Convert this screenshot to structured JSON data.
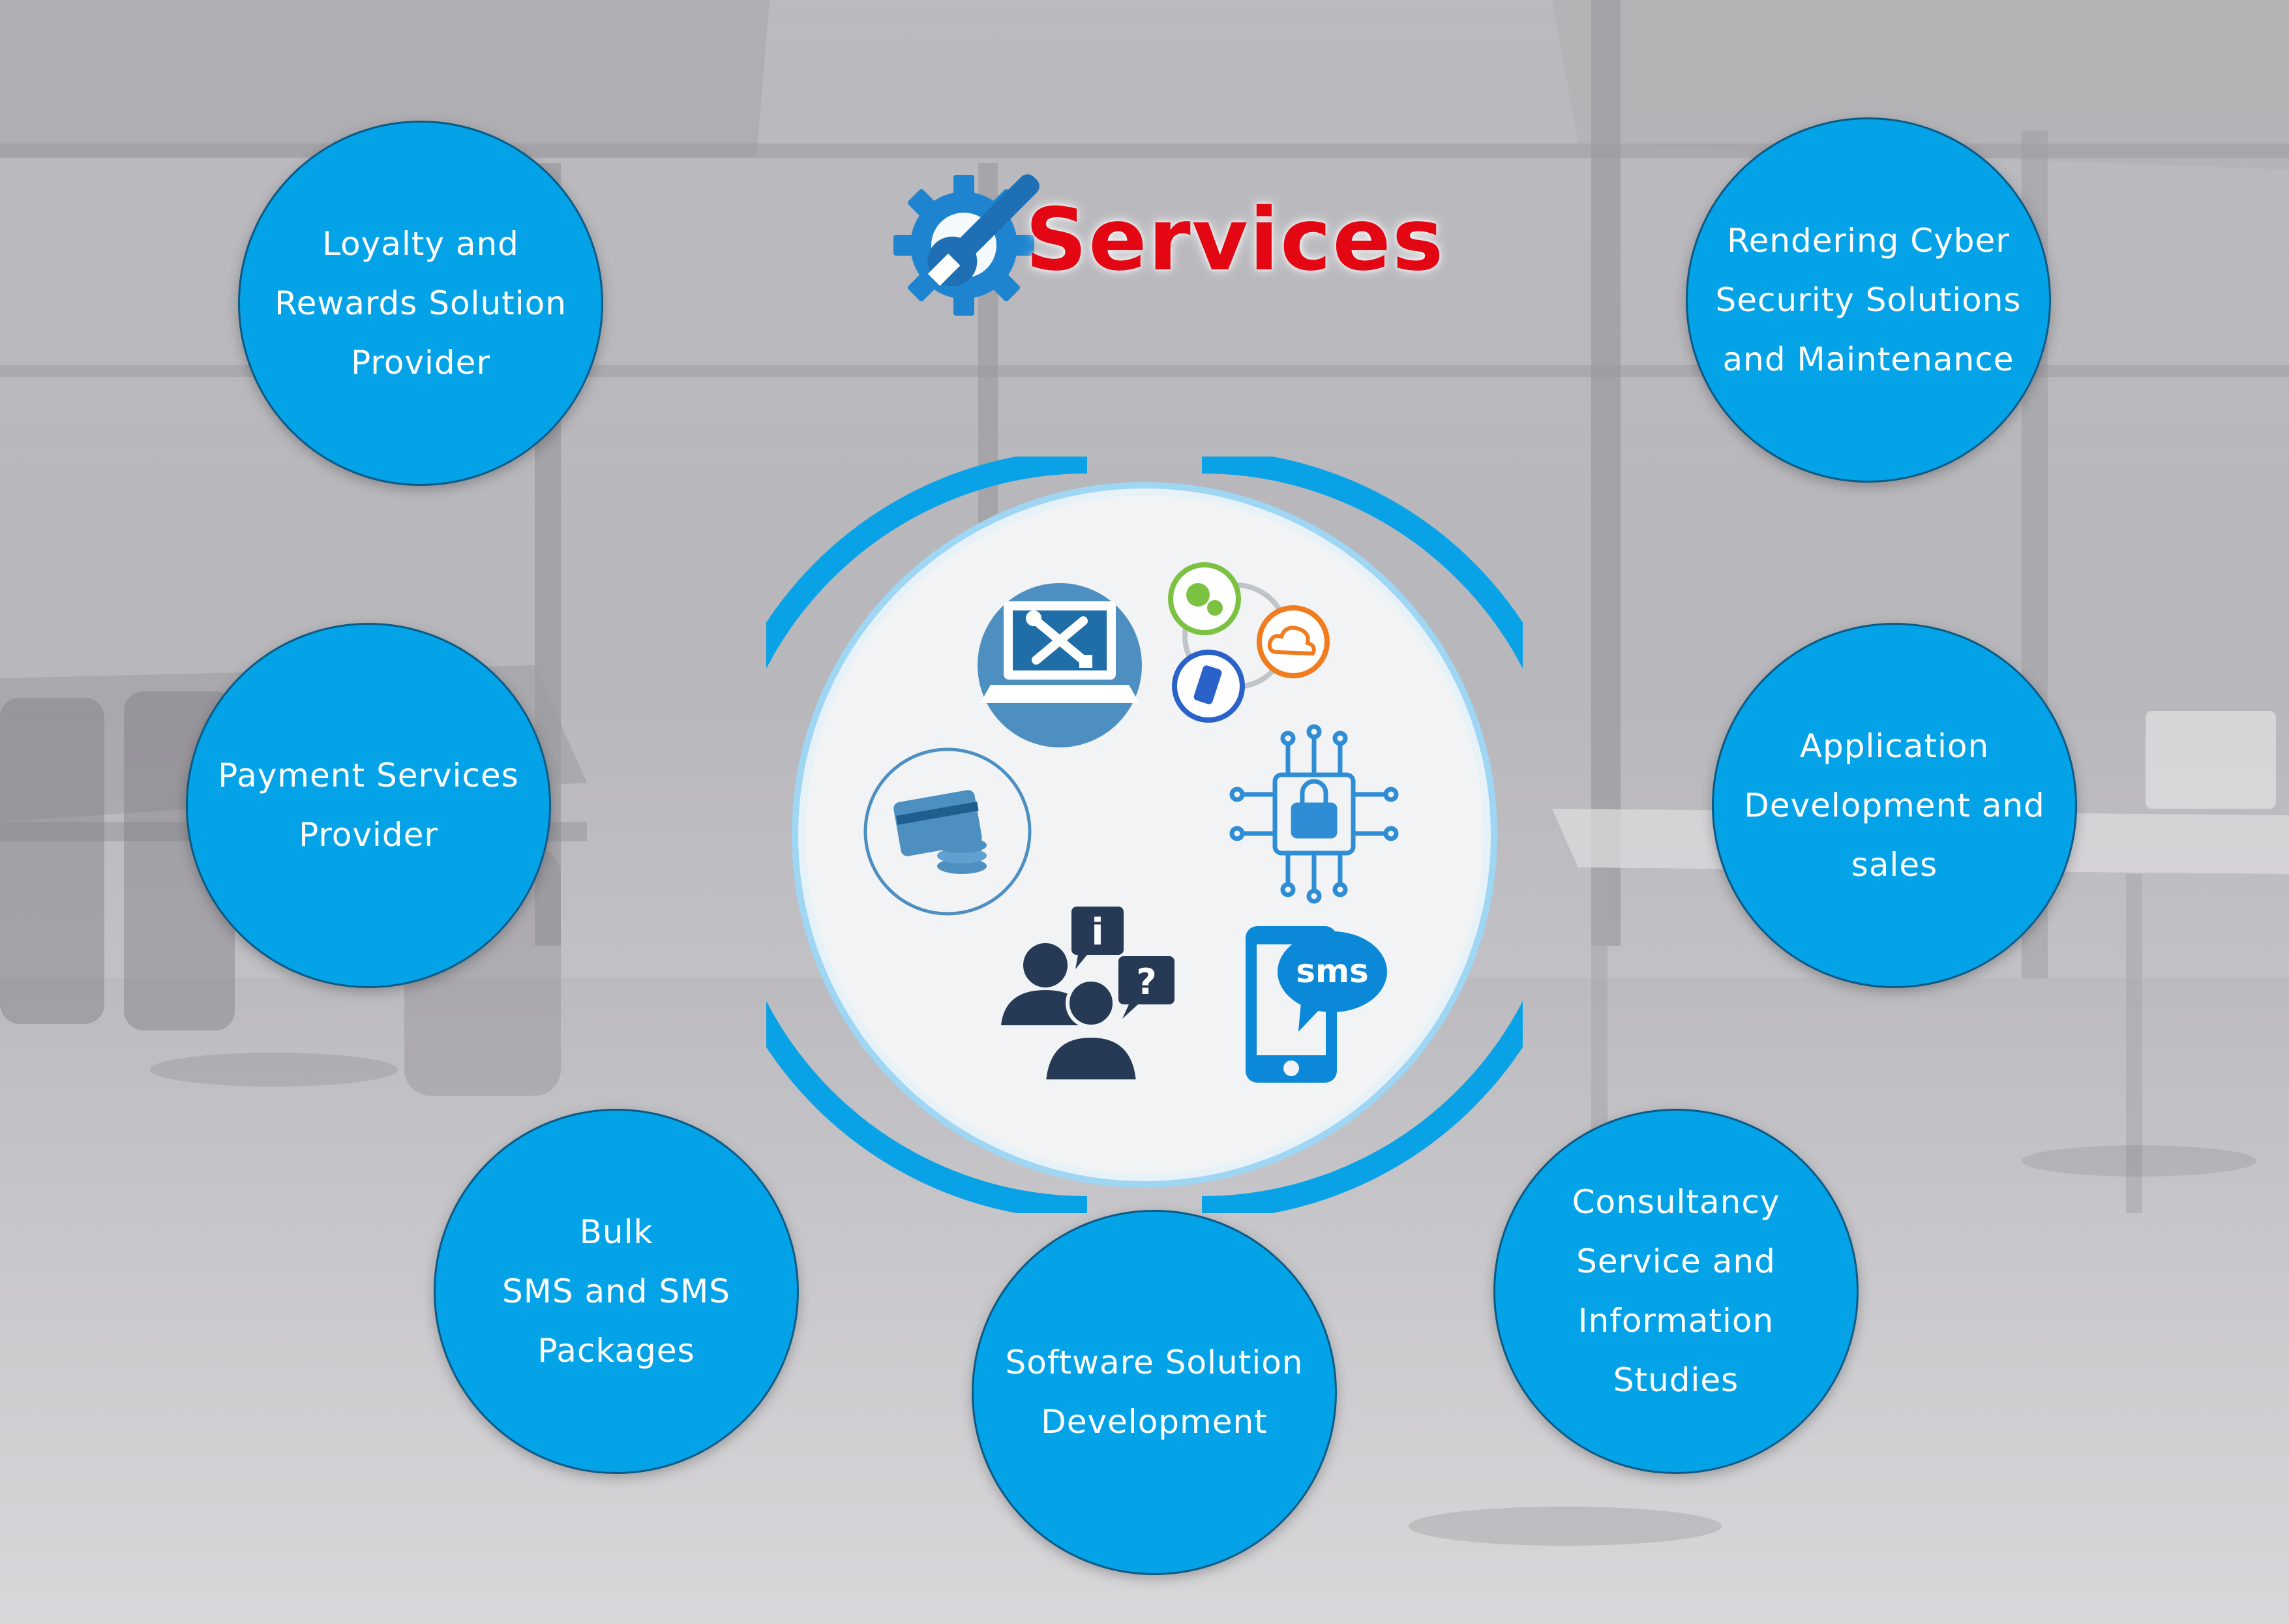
{
  "title": {
    "text": "Services"
  },
  "colors": {
    "bubble": "#04a3e8",
    "bubble_border": "#0b5a85",
    "title": "#e30613",
    "ring": "#0aa2e6",
    "icon_dark": "#273a55"
  },
  "services": [
    {
      "label": "Loyalty and\nRewards Solution\nProvider"
    },
    {
      "label": "Rendering Cyber\nSecurity Solutions\nand Maintenance"
    },
    {
      "label": "Payment Services\nProvider"
    },
    {
      "label": "Application\nDevelopment and\nsales"
    },
    {
      "label": "Bulk\nSMS and SMS\nPackages"
    },
    {
      "label": "Software Solution\nDevelopment"
    },
    {
      "label": "Consultancy\nService and\nInformation\nStudies"
    }
  ],
  "hub_icons": {
    "sms_text": "sms",
    "info_glyph": "i",
    "question_glyph": "?",
    "names": [
      "laptop-tools-icon",
      "cloud-network-icon",
      "credit-card-coins-icon",
      "security-chip-icon",
      "support-chat-icon",
      "sms-phone-icon"
    ]
  }
}
